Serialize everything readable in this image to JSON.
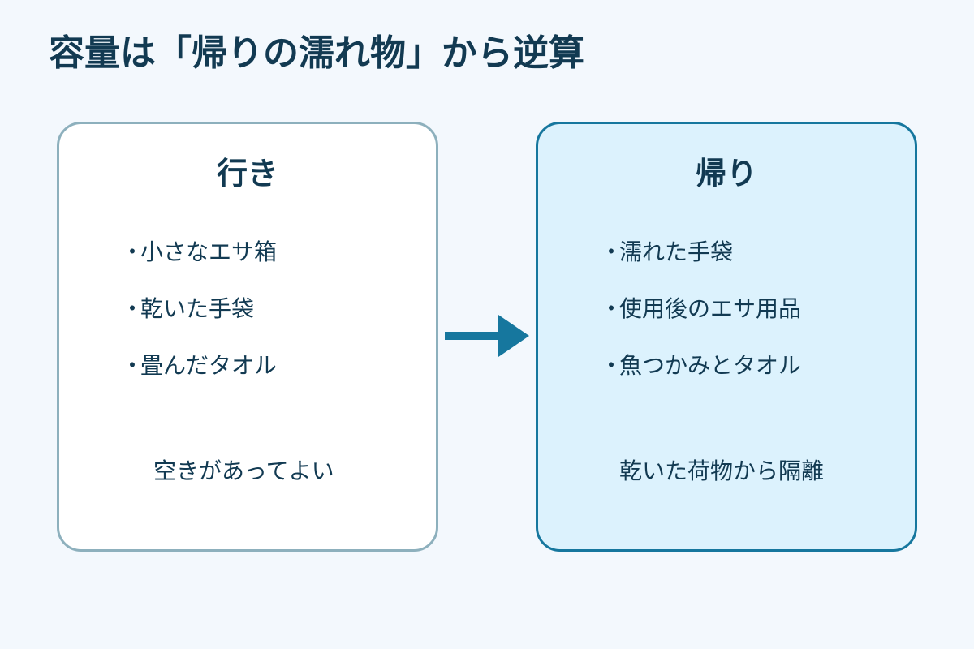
{
  "title": "容量は「帰りの濡れ物」から逆算",
  "panels": [
    {
      "heading": "行き",
      "items": [
        "小さなエサ箱",
        "乾いた手袋",
        "畳んだタオル"
      ],
      "note": "空きがあってよい"
    },
    {
      "heading": "帰り",
      "items": [
        "濡れた手袋",
        "使用後のエサ用品",
        "魚つかみとタオル"
      ],
      "note": "乾いた荷物から隔離"
    }
  ],
  "bullet": "・",
  "colors": {
    "background": "#f3f8fd",
    "text": "#123a52",
    "going_border": "#8db0bd",
    "return_border": "#16779e",
    "return_fill": "#dcf2fd",
    "arrow": "#16779e"
  },
  "icons": {
    "arrow": "right-arrow-icon"
  }
}
